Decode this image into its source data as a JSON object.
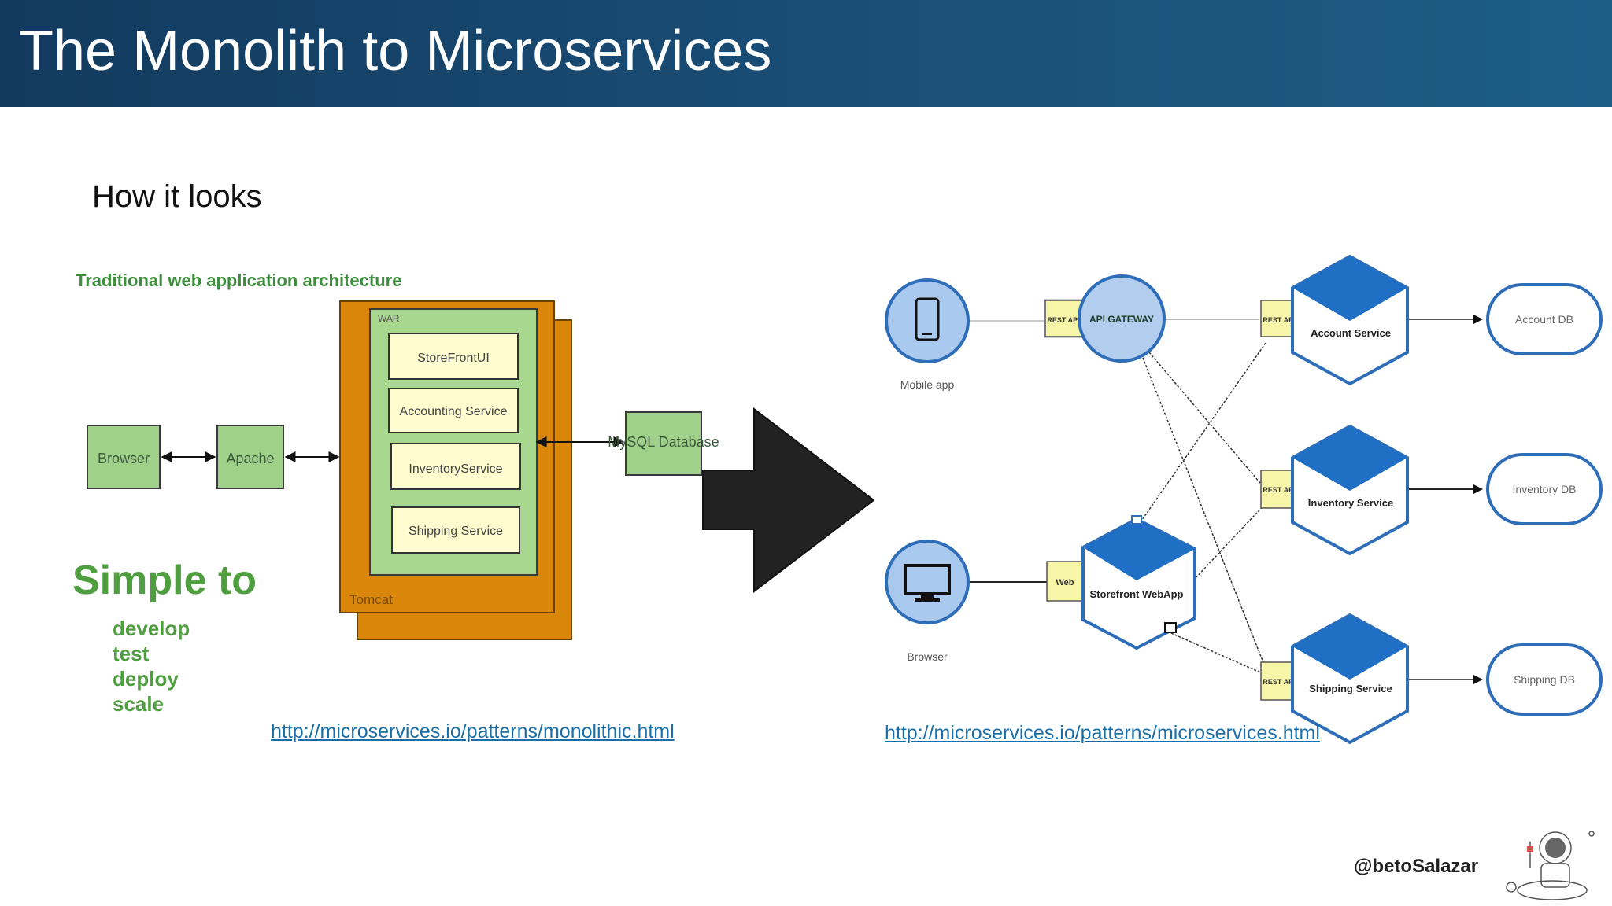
{
  "slide": {
    "title": "The Monolith to Microservices",
    "subtitle": "How it looks",
    "handle": "@betoSalazar"
  },
  "monolith": {
    "caption": "Traditional web application architecture",
    "browser": "Browser",
    "apache": "Apache",
    "war": "WAR",
    "tomcat": "Tomcat",
    "components": [
      "StoreFrontUI",
      "Accounting Service",
      "InventoryService",
      "Shipping Service"
    ],
    "database": "MySQL Database",
    "simple_to": "Simple to",
    "benefits": [
      "develop",
      "test",
      "deploy",
      "scale"
    ],
    "link": "http://microservices.io/patterns/monolithic.html"
  },
  "microservices": {
    "mobile_app": "Mobile app",
    "browser": "Browser",
    "api_gateway": "API GATEWAY",
    "rest_api": "REST API",
    "web": "Web",
    "storefront": "Storefront WebApp",
    "services": [
      "Account Service",
      "Inventory Service",
      "Shipping Service"
    ],
    "databases": [
      "Account DB",
      "Inventory DB",
      "Shipping DB"
    ],
    "link": "http://microservices.io/patterns/microservices.html"
  },
  "colors": {
    "header": "#174a72",
    "green_box": "#9fd18a",
    "orange": "#d9860a",
    "hex_blue": "#1f6fc4",
    "rest_yellow": "#f6f5a8",
    "link": "#1a6fa8"
  }
}
